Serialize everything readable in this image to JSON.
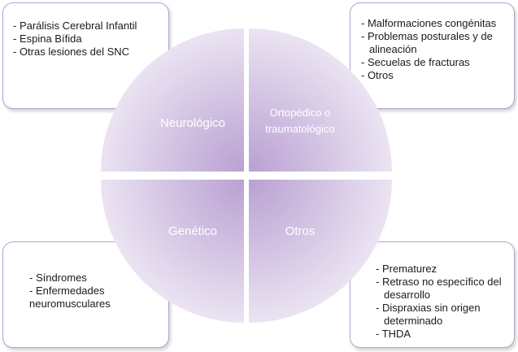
{
  "quadrants": {
    "top_left": {
      "label": "Neurológico"
    },
    "top_right": {
      "label_line1": "Ortopédico o",
      "label_line2": "traumatológico"
    },
    "bottom_left": {
      "label": "Genético"
    },
    "bottom_right": {
      "label": "Otros"
    }
  },
  "boxes": {
    "neurologico": {
      "items": [
        "- Parálisis Cerebral Infantil",
        "- Espina Bífida",
        "- Otras lesiones del SNC"
      ]
    },
    "ortopedico": {
      "items": [
        "- Malformaciones congénitas",
        "- Problemas posturales y de alineación",
        "- Secuelas de fracturas",
        "- Otros"
      ]
    },
    "genetico": {
      "items": [
        "- Síndromes",
        "- Enfermedades",
        "neuromusculares"
      ]
    },
    "otros": {
      "items": [
        "- Prematurez",
        "- Retraso no específico del desarrollo",
        "- Dispraxias sin origen determinado",
        "- THDA"
      ]
    }
  },
  "colors": {
    "quadrant_center": "#b9a0d2",
    "quadrant_edge": "#ece5f3",
    "box_border": "#b7a1cf",
    "label_text": "#ffffff"
  }
}
